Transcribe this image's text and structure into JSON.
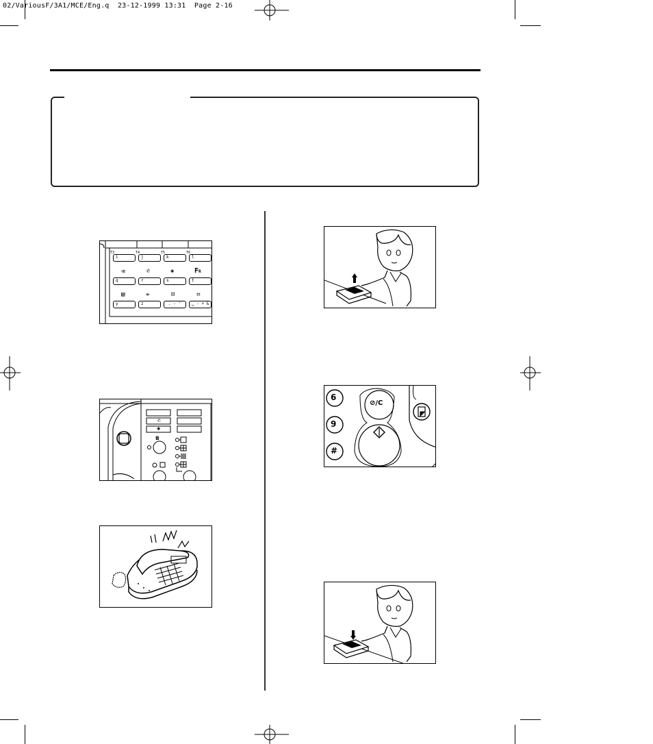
{
  "header": {
    "slug": "02/VariousF/3A1/MCE/Eng.q  23-12-1999 13:31  Page 2-16"
  },
  "figures": {
    "panel_keys": {
      "row1": [
        "T3",
        "T4",
        "T5",
        "T6"
      ],
      "row1_keys": [
        "i",
        "j",
        "k",
        "l"
      ],
      "row2_keys": [
        "q",
        "r",
        "s",
        "t"
      ],
      "row3_keys": [
        "y",
        "z",
        ". - '",
        "␣ - + &"
      ]
    },
    "stop_start": {
      "keys": [
        "6",
        "9",
        "#"
      ],
      "stop_label": "⊘/C"
    }
  }
}
